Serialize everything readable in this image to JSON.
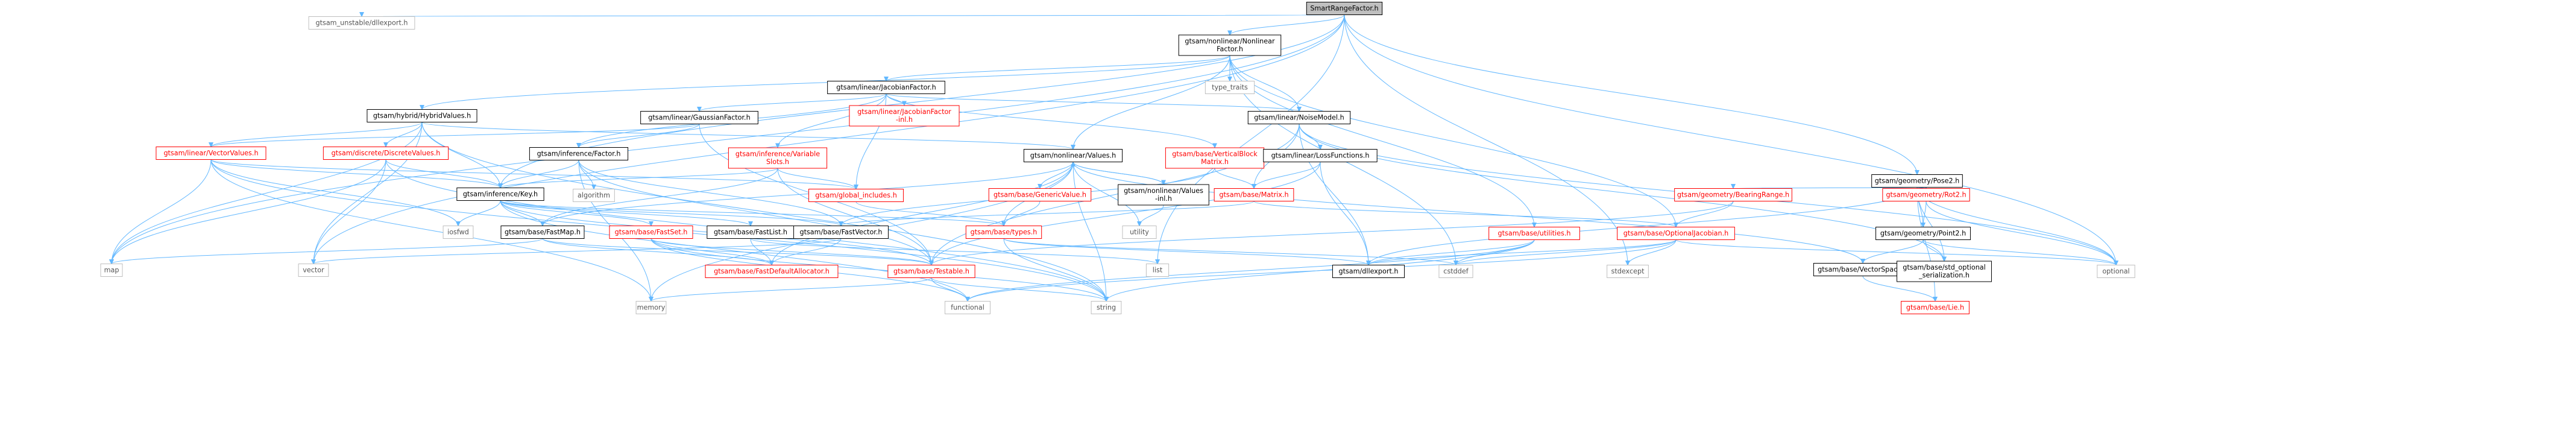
{
  "diagram": {
    "nodes": [
      {
        "id": "root",
        "label": [
          "SmartRangeFactor.h"
        ],
        "style": "root",
        "href": false
      },
      {
        "id": "unstable_dllexport",
        "label": [
          "gtsam_unstable/dllexport.h"
        ],
        "style": "gray",
        "href": false
      },
      {
        "id": "nonlinearfactor",
        "label": [
          "gtsam/nonlinear/Nonlinear",
          "Factor.h"
        ],
        "style": "black",
        "href": true
      },
      {
        "id": "pose2",
        "label": [
          "gtsam/geometry/Pose2.h"
        ],
        "style": "black",
        "href": true
      },
      {
        "id": "jacobianfactor",
        "label": [
          "gtsam/linear/JacobianFactor.h"
        ],
        "style": "black",
        "href": true
      },
      {
        "id": "type_traits",
        "label": [
          "type_traits"
        ],
        "style": "gray",
        "href": false
      },
      {
        "id": "noisemodel",
        "label": [
          "gtsam/linear/NoiseModel.h"
        ],
        "style": "black",
        "href": true
      },
      {
        "id": "hybridvalues",
        "label": [
          "gtsam/hybrid/HybridValues.h"
        ],
        "style": "black",
        "href": true
      },
      {
        "id": "gaussianfactor",
        "label": [
          "gtsam/linear/GaussianFactor.h"
        ],
        "style": "black",
        "href": true
      },
      {
        "id": "jacobianfactor_inl",
        "label": [
          "gtsam/linear/JacobianFactor",
          "-inl.h"
        ],
        "style": "red",
        "href": true
      },
      {
        "id": "vectorvalues",
        "label": [
          "gtsam/linear/VectorValues.h"
        ],
        "style": "red",
        "href": true
      },
      {
        "id": "discretevalues",
        "label": [
          "gtsam/discrete/DiscreteValues.h"
        ],
        "style": "red",
        "href": true
      },
      {
        "id": "inf_factor",
        "label": [
          "gtsam/inference/Factor.h"
        ],
        "style": "black",
        "href": true
      },
      {
        "id": "variableslots",
        "label": [
          "gtsam/inference/Variable",
          "Slots.h"
        ],
        "style": "red",
        "href": true
      },
      {
        "id": "values",
        "label": [
          "gtsam/nonlinear/Values.h"
        ],
        "style": "black",
        "href": true
      },
      {
        "id": "verticalblock",
        "label": [
          "gtsam/base/VerticalBlock",
          "Matrix.h"
        ],
        "style": "red",
        "href": true
      },
      {
        "id": "lossfunctions",
        "label": [
          "gtsam/linear/LossFunctions.h"
        ],
        "style": "black",
        "href": true
      },
      {
        "id": "bearingrange",
        "label": [
          "gtsam/geometry/BearingRange.h"
        ],
        "style": "red",
        "href": true
      },
      {
        "id": "rot2",
        "label": [
          "gtsam/geometry/Rot2.h"
        ],
        "style": "red",
        "href": true
      },
      {
        "id": "key",
        "label": [
          "gtsam/inference/Key.h"
        ],
        "style": "black",
        "href": true
      },
      {
        "id": "algorithm",
        "label": [
          "algorithm"
        ],
        "style": "gray",
        "href": false
      },
      {
        "id": "global_includes",
        "label": [
          "gtsam/global_includes.h"
        ],
        "style": "red",
        "href": true
      },
      {
        "id": "genericvalue",
        "label": [
          "gtsam/base/GenericValue.h"
        ],
        "style": "red",
        "href": true
      },
      {
        "id": "values_inl",
        "label": [
          "gtsam/nonlinear/Values",
          "-inl.h"
        ],
        "style": "black",
        "href": true
      },
      {
        "id": "matrix",
        "label": [
          "gtsam/base/Matrix.h"
        ],
        "style": "red",
        "href": true
      },
      {
        "id": "utilities",
        "label": [
          "gtsam/base/utilities.h"
        ],
        "style": "red",
        "href": true
      },
      {
        "id": "optionaljacobian",
        "label": [
          "gtsam/base/OptionalJacobian.h"
        ],
        "style": "red",
        "href": true
      },
      {
        "id": "point2",
        "label": [
          "gtsam/geometry/Point2.h"
        ],
        "style": "black",
        "href": true
      },
      {
        "id": "iosfwd",
        "label": [
          "iosfwd"
        ],
        "style": "gray",
        "href": false
      },
      {
        "id": "fastmap",
        "label": [
          "gtsam/base/FastMap.h"
        ],
        "style": "black",
        "href": true
      },
      {
        "id": "fastset",
        "label": [
          "gtsam/base/FastSet.h"
        ],
        "style": "red",
        "href": true
      },
      {
        "id": "fastlist",
        "label": [
          "gtsam/base/FastList.h"
        ],
        "style": "black",
        "href": true
      },
      {
        "id": "fastvector",
        "label": [
          "gtsam/base/FastVector.h"
        ],
        "style": "black",
        "href": true
      },
      {
        "id": "types",
        "label": [
          "gtsam/base/types.h"
        ],
        "style": "red",
        "href": true
      },
      {
        "id": "utility",
        "label": [
          "utility"
        ],
        "style": "gray",
        "href": false
      },
      {
        "id": "vectorspace",
        "label": [
          "gtsam/base/VectorSpace.h"
        ],
        "style": "black",
        "href": true
      },
      {
        "id": "std_optional",
        "label": [
          "gtsam/base/std_optional",
          "_serialization.h"
        ],
        "style": "black",
        "href": true
      },
      {
        "id": "map",
        "label": [
          "map"
        ],
        "style": "gray",
        "href": false
      },
      {
        "id": "vector",
        "label": [
          "vector"
        ],
        "style": "gray",
        "href": false
      },
      {
        "id": "fastdefault",
        "label": [
          "gtsam/base/FastDefaultAllocator.h"
        ],
        "style": "red",
        "href": true
      },
      {
        "id": "list",
        "label": [
          "list"
        ],
        "style": "gray",
        "href": false
      },
      {
        "id": "testable",
        "label": [
          "gtsam/base/Testable.h"
        ],
        "style": "red",
        "href": true
      },
      {
        "id": "gtsam_dllexport",
        "label": [
          "gtsam/dllexport.h"
        ],
        "style": "black",
        "href": true
      },
      {
        "id": "cstddef",
        "label": [
          "cstddef"
        ],
        "style": "gray",
        "href": false
      },
      {
        "id": "stdexcept",
        "label": [
          "stdexcept"
        ],
        "style": "gray",
        "href": false
      },
      {
        "id": "optional",
        "label": [
          "optional"
        ],
        "style": "gray",
        "href": false
      },
      {
        "id": "memory",
        "label": [
          "memory"
        ],
        "style": "gray",
        "href": false
      },
      {
        "id": "functional",
        "label": [
          "functional"
        ],
        "style": "gray",
        "href": false
      },
      {
        "id": "string",
        "label": [
          "string"
        ],
        "style": "gray",
        "href": false
      },
      {
        "id": "lie",
        "label": [
          "gtsam/base/Lie.h"
        ],
        "style": "red",
        "href": true
      }
    ],
    "edges": [
      [
        "root",
        "unstable_dllexport"
      ],
      [
        "root",
        "nonlinearfactor"
      ],
      [
        "root",
        "pose2"
      ],
      [
        "root",
        "key"
      ],
      [
        "root",
        "map"
      ],
      [
        "root",
        "vector"
      ],
      [
        "root",
        "list"
      ],
      [
        "root",
        "optional"
      ],
      [
        "root",
        "stdexcept"
      ],
      [
        "nonlinearfactor",
        "jacobianfactor"
      ],
      [
        "nonlinearfactor",
        "type_traits"
      ],
      [
        "nonlinearfactor",
        "noisemodel"
      ],
      [
        "nonlinearfactor",
        "hybridvalues"
      ],
      [
        "nonlinearfactor",
        "values"
      ],
      [
        "nonlinearfactor",
        "utilities"
      ],
      [
        "nonlinearfactor",
        "optionaljacobian"
      ],
      [
        "nonlinearfactor",
        "cstddef"
      ],
      [
        "jacobianfactor",
        "gaussianfactor"
      ],
      [
        "jacobianfactor",
        "jacobianfactor_inl"
      ],
      [
        "jacobianfactor",
        "noisemodel"
      ],
      [
        "jacobianfactor",
        "variableslots"
      ],
      [
        "jacobianfactor",
        "inf_factor"
      ],
      [
        "jacobianfactor",
        "verticalblock"
      ],
      [
        "jacobianfactor",
        "global_includes"
      ],
      [
        "gaussianfactor",
        "inf_factor"
      ],
      [
        "gaussianfactor",
        "vectorvalues"
      ],
      [
        "gaussianfactor",
        "testable"
      ],
      [
        "hybridvalues",
        "vectorvalues"
      ],
      [
        "hybridvalues",
        "discretevalues"
      ],
      [
        "hybridvalues",
        "values"
      ],
      [
        "hybridvalues",
        "key"
      ],
      [
        "hybridvalues",
        "map"
      ],
      [
        "hybridvalues",
        "string"
      ],
      [
        "hybridvalues",
        "vector"
      ],
      [
        "vectorvalues",
        "key"
      ],
      [
        "vectorvalues",
        "global_includes"
      ],
      [
        "vectorvalues",
        "map"
      ],
      [
        "vectorvalues",
        "memory"
      ],
      [
        "vectorvalues",
        "iosfwd"
      ],
      [
        "vectorvalues",
        "string"
      ],
      [
        "discretevalues",
        "key"
      ],
      [
        "discretevalues",
        "map"
      ],
      [
        "discretevalues",
        "vector"
      ],
      [
        "discretevalues",
        "string"
      ],
      [
        "inf_factor",
        "key"
      ],
      [
        "inf_factor",
        "fastvector"
      ],
      [
        "inf_factor",
        "algorithm"
      ],
      [
        "inf_factor",
        "memory"
      ],
      [
        "inf_factor",
        "testable"
      ],
      [
        "variableslots",
        "key"
      ],
      [
        "variableslots",
        "fastmap"
      ],
      [
        "variableslots",
        "global_includes"
      ],
      [
        "variableslots",
        "testable"
      ],
      [
        "values",
        "fastmap"
      ],
      [
        "values",
        "genericvalue"
      ],
      [
        "values",
        "values_inl"
      ],
      [
        "values",
        "types"
      ],
      [
        "values",
        "memory"
      ],
      [
        "values",
        "string"
      ],
      [
        "values",
        "utility"
      ],
      [
        "values",
        "fastdefault"
      ],
      [
        "values",
        "vectorspace"
      ],
      [
        "values_inl",
        "values"
      ],
      [
        "values_inl",
        "utility"
      ],
      [
        "noisemodel",
        "lossfunctions"
      ],
      [
        "noisemodel",
        "matrix"
      ],
      [
        "noisemodel",
        "testable"
      ],
      [
        "noisemodel",
        "std_optional"
      ],
      [
        "noisemodel",
        "optional"
      ],
      [
        "noisemodel",
        "gtsam_dllexport"
      ],
      [
        "lossfunctions",
        "matrix"
      ],
      [
        "lossfunctions",
        "testable"
      ],
      [
        "lossfunctions",
        "gtsam_dllexport"
      ],
      [
        "verticalblock",
        "matrix"
      ],
      [
        "verticalblock",
        "fastvector"
      ],
      [
        "matrix",
        "optionaljacobian"
      ],
      [
        "matrix",
        "fastvector"
      ],
      [
        "pose2",
        "bearingrange"
      ],
      [
        "pose2",
        "rot2"
      ],
      [
        "pose2",
        "point2"
      ],
      [
        "pose2",
        "lie"
      ],
      [
        "pose2",
        "optional"
      ],
      [
        "pose2",
        "std_optional"
      ],
      [
        "pose2",
        "gtsam_dllexport"
      ],
      [
        "bearingrange",
        "optionaljacobian"
      ],
      [
        "bearingrange",
        "testable"
      ],
      [
        "rot2",
        "point2"
      ],
      [
        "rot2",
        "optional"
      ],
      [
        "point2",
        "vectorspace"
      ],
      [
        "point2",
        "std_optional"
      ],
      [
        "point2",
        "optional"
      ],
      [
        "vectorspace",
        "lie"
      ],
      [
        "optionaljacobian",
        "stdexcept"
      ],
      [
        "optionaljacobian",
        "optional"
      ],
      [
        "optionaljacobian",
        "cstddef"
      ],
      [
        "optionaljacobian",
        "functional"
      ],
      [
        "optionaljacobian",
        "gtsam_dllexport"
      ],
      [
        "utilities",
        "string"
      ],
      [
        "utilities",
        "gtsam_dllexport"
      ],
      [
        "utilities",
        "cstddef"
      ],
      [
        "utilities",
        "functional"
      ],
      [
        "key",
        "fastmap"
      ],
      [
        "key",
        "fastset"
      ],
      [
        "key",
        "fastlist"
      ],
      [
        "key",
        "fastvector"
      ],
      [
        "key",
        "types"
      ],
      [
        "key",
        "iosfwd"
      ],
      [
        "key",
        "functional"
      ],
      [
        "key",
        "testable"
      ],
      [
        "fastmap",
        "fastdefault"
      ],
      [
        "fastmap",
        "map"
      ],
      [
        "fastmap",
        "testable"
      ],
      [
        "fastset",
        "fastdefault"
      ],
      [
        "fastset",
        "testable"
      ],
      [
        "fastset",
        "functional"
      ],
      [
        "fastset",
        "string"
      ],
      [
        "fastlist",
        "fastdefault"
      ],
      [
        "fastlist",
        "list"
      ],
      [
        "fastvector",
        "fastdefault"
      ],
      [
        "fastvector",
        "vector"
      ],
      [
        "genericvalue",
        "types"
      ],
      [
        "global_includes",
        "types"
      ],
      [
        "types",
        "gtsam_dllexport"
      ],
      [
        "types",
        "cstddef"
      ],
      [
        "types",
        "string"
      ],
      [
        "testable",
        "memory"
      ],
      [
        "testable",
        "functional"
      ],
      [
        "testable",
        "string"
      ]
    ]
  }
}
